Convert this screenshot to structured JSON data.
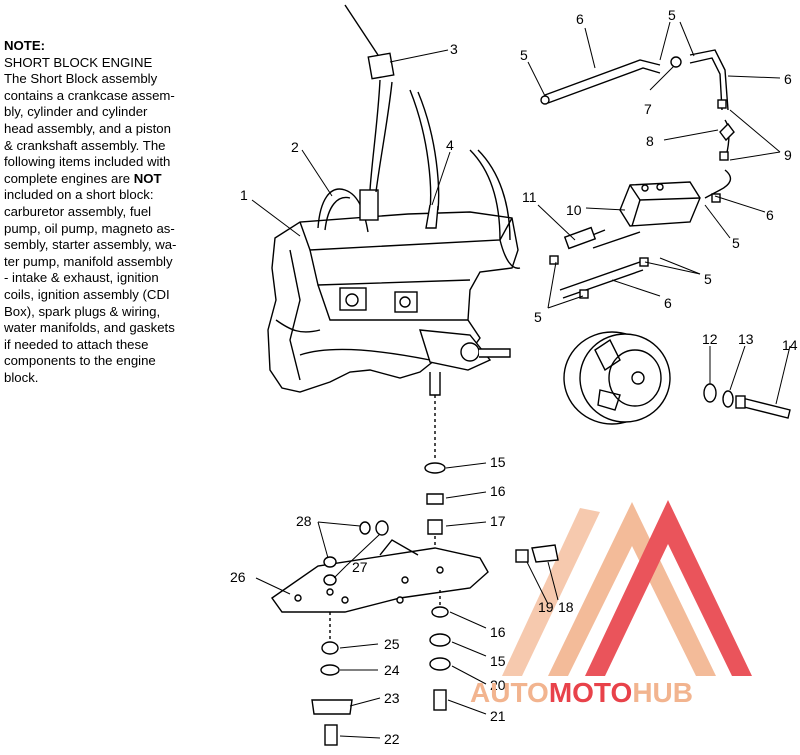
{
  "note": {
    "title": "NOTE:",
    "lines": [
      "SHORT BLOCK ENGINE",
      "The Short Block assembly",
      "contains a crankcase assem-",
      "bly, cylinder and cylinder",
      "head assembly, and a piston",
      "& crankshaft assembly.  The",
      "following items included with",
      "complete engines are NOT",
      "included on a short block:",
      "carburetor assembly, fuel",
      "pump, oil pump, magneto as-",
      "sembly, starter assembly, wa-",
      "ter pump, manifold assembly",
      "- intake & exhaust, ignition",
      "coils, ignition assembly (CDI",
      "Box), spark plugs & wiring,",
      "water manifolds, and gaskets",
      "if needed to attach these",
      "components to the engine",
      "block."
    ],
    "emphasis": "NOT"
  },
  "callouts": [
    "1",
    "2",
    "3",
    "4",
    "5",
    "5",
    "5",
    "5",
    "5",
    "6",
    "6",
    "6",
    "6",
    "7",
    "8",
    "9",
    "10",
    "11",
    "12",
    "13",
    "14",
    "15",
    "15",
    "16",
    "16",
    "17",
    "18",
    "19",
    "20",
    "21",
    "22",
    "23",
    "24",
    "25",
    "26",
    "27",
    "28"
  ],
  "watermark": {
    "part1": "AUTO",
    "part2": "MOTO",
    "part3": "HUB",
    "color_light": "#f2b48f",
    "color_red": "#e8424a"
  }
}
